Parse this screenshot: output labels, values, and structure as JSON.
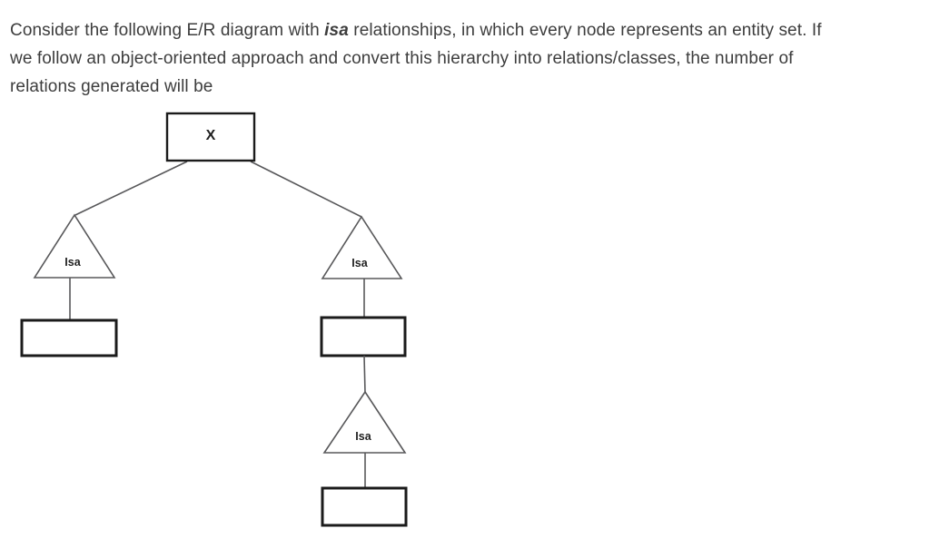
{
  "question": {
    "line1_before_isa": "Consider the following E/R diagram with ",
    "isa_term": "isa",
    "line1_after_isa": " relationships, in which every node represents an entity set. If",
    "line2": "we follow an object-oriented approach and convert this hierarchy into relations/classes, the number of",
    "line3": "relations generated will be"
  },
  "diagram": {
    "root_entity_label": "X",
    "isa_left_label": "Isa",
    "isa_right_label": "Isa",
    "isa_bottom_label": "Isa",
    "colors": {
      "connector_line": "#58585a",
      "box_border": "#1b1b1b",
      "question_text": "#3d3d3d",
      "background": "#ffffff"
    }
  }
}
